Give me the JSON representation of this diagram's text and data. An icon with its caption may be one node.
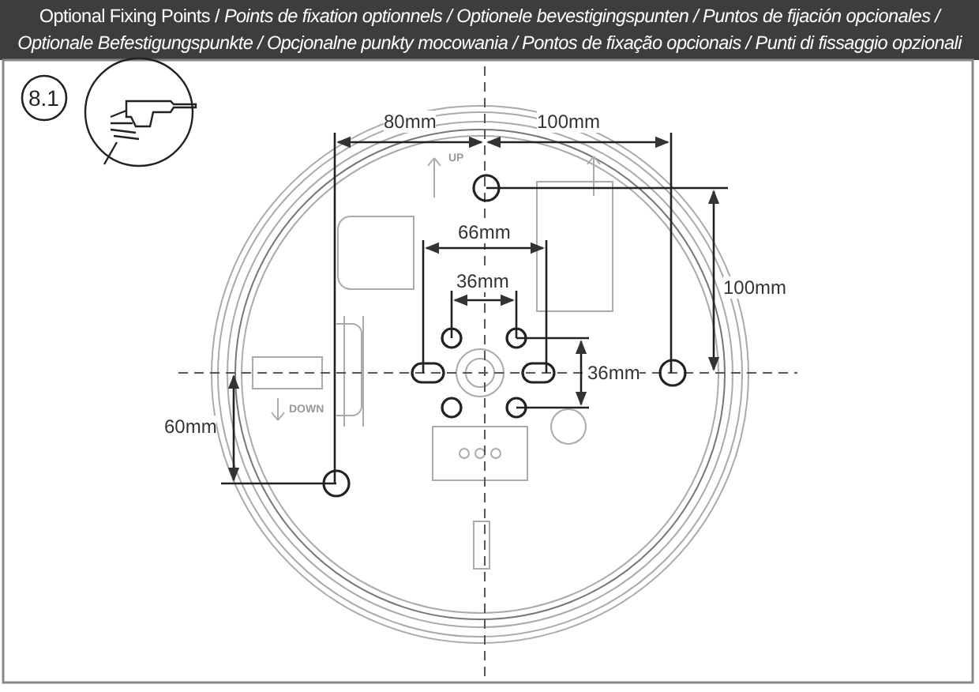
{
  "diagram": {
    "title": "Optional Fixing Points / *Points de fixation optionnels / Optionele bevestigingspunten / Puntos de fijación opcionales / Optionale Befestigungspunkte / Opcjonalne punkty mocowania / Pontos de fixação opcionais / Punti di fissaggio opzionali*",
    "labels": [
      "8.1",
      "80mm",
      "100mm",
      "UP",
      "66mm",
      "100mm",
      "36mm",
      "36mm",
      "DOWN",
      "60mm"
    ]
  }
}
